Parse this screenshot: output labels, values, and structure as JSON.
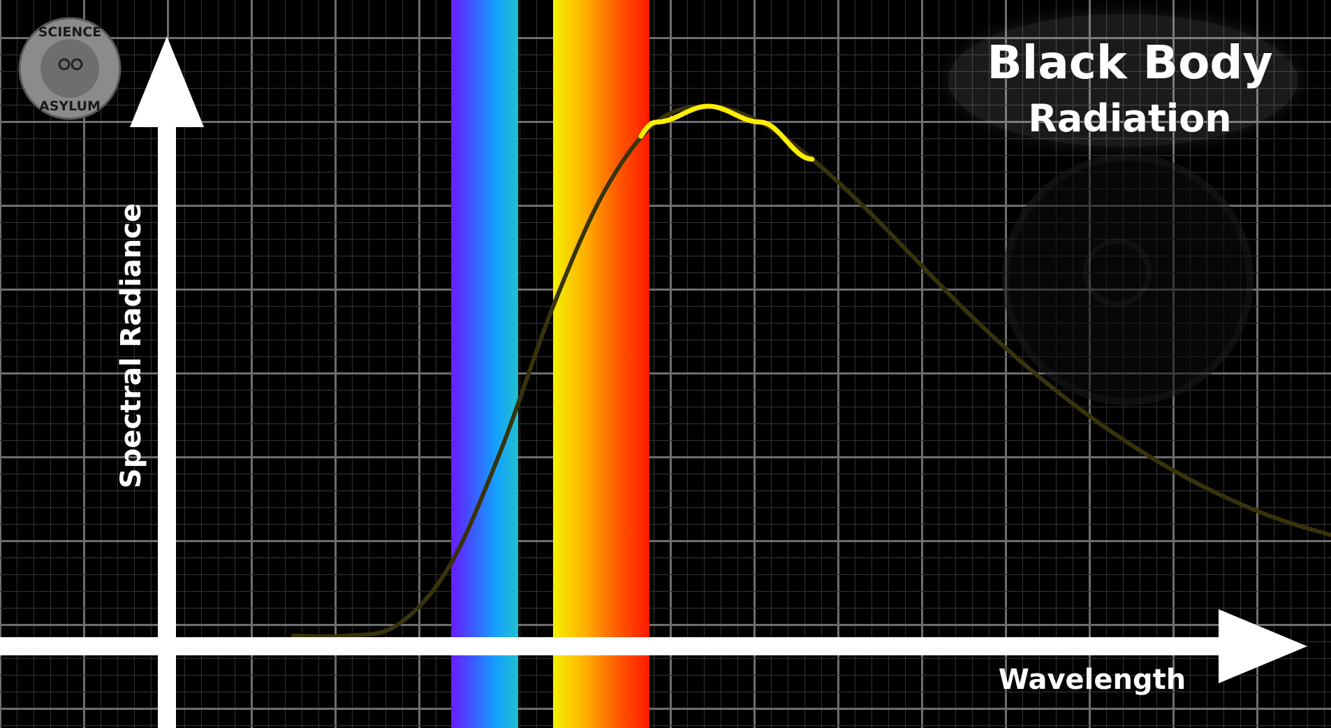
{
  "chart_data": {
    "type": "line",
    "title": "Black Body",
    "subtitle": "Radiation",
    "xlabel": "Wavelength",
    "ylabel": "Spectral Radiance",
    "grid": true,
    "background": "#000000",
    "axis_color": "#ffffff",
    "grid_color": "#6e6e6e",
    "curve_color": "#ffee00",
    "curve_dim_color": "#38330a",
    "x": [
      0.0,
      0.05,
      0.1,
      0.15,
      0.2,
      0.25,
      0.3,
      0.35,
      0.4,
      0.45,
      0.5,
      0.55,
      0.6,
      0.65,
      0.7,
      0.75,
      0.8,
      0.85,
      0.9,
      0.95,
      1.0
    ],
    "y": [
      0.0,
      0.0,
      0.02,
      0.13,
      0.35,
      0.62,
      0.84,
      0.97,
      1.0,
      0.97,
      0.9,
      0.81,
      0.71,
      0.61,
      0.52,
      0.44,
      0.37,
      0.31,
      0.26,
      0.22,
      0.19
    ],
    "xlim": [
      0,
      1
    ],
    "ylim": [
      0,
      1
    ],
    "highlight_range": [
      0.335,
      0.5
    ],
    "spectrum_bands": [
      {
        "name": "violet-blue-cyan",
        "colors": [
          "#6a1bff",
          "#3a5bff",
          "#14a0ff",
          "#21c0cf"
        ]
      },
      {
        "name": "yellow-orange-red",
        "colors": [
          "#f4f000",
          "#ffb000",
          "#ff5a00",
          "#ff1a00"
        ]
      }
    ]
  },
  "logo": {
    "top_text": "SCIENCE",
    "bottom_text": "ASYLUM"
  }
}
